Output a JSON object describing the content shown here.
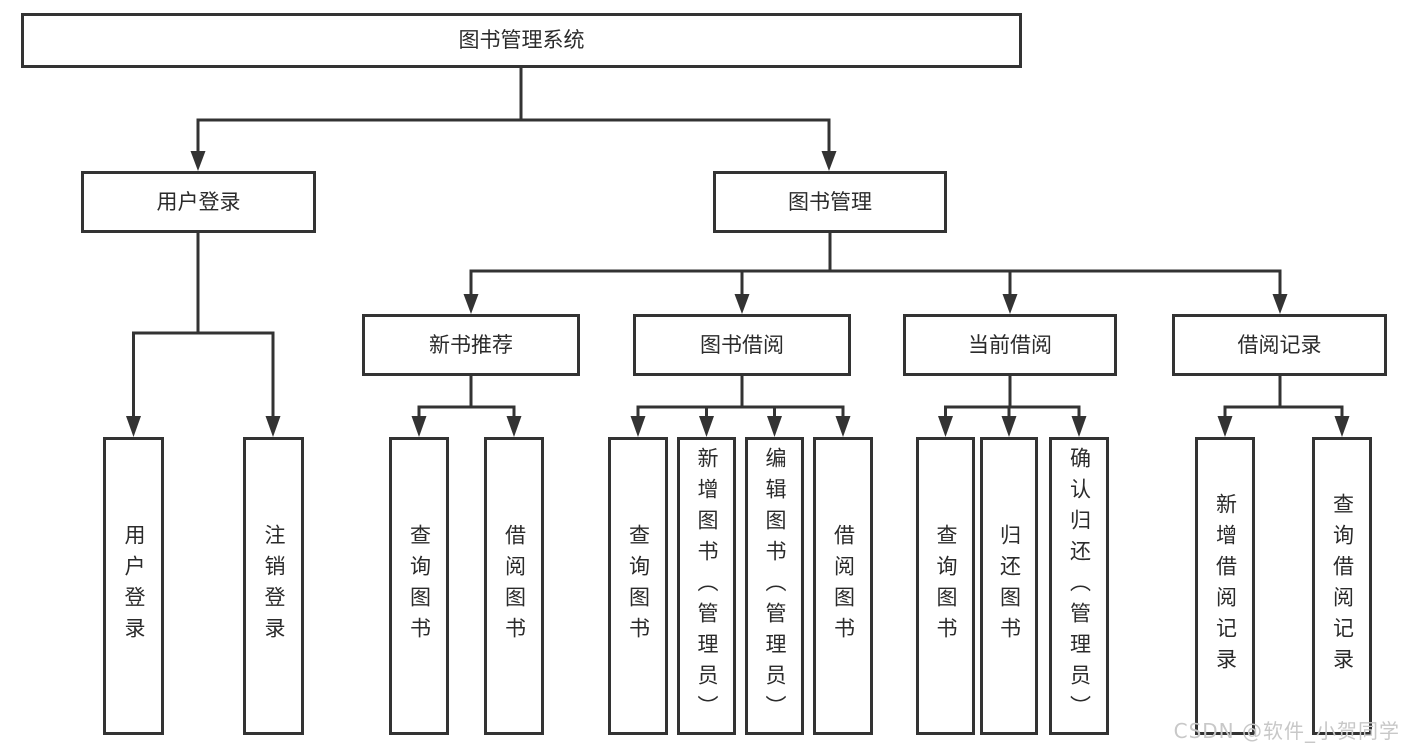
{
  "diagram": {
    "root_label": "图书管理系统",
    "branches": [
      {
        "label": "用户登录",
        "children": [
          {
            "label": "用户登录"
          },
          {
            "label": "注销登录"
          }
        ]
      },
      {
        "label": "图书管理",
        "children": [
          {
            "label": "新书推荐",
            "children": [
              {
                "label": "查询图书"
              },
              {
                "label": "借阅图书"
              }
            ]
          },
          {
            "label": "图书借阅",
            "children": [
              {
                "label": "查询图书"
              },
              {
                "label": "新增图书（管理员）"
              },
              {
                "label": "编辑图书（管理员）"
              },
              {
                "label": "借阅图书"
              }
            ]
          },
          {
            "label": "当前借阅",
            "children": [
              {
                "label": "查询图书"
              },
              {
                "label": "归还图书"
              },
              {
                "label": "确认归还（管理员）"
              }
            ]
          },
          {
            "label": "借阅记录",
            "children": [
              {
                "label": "新增借阅记录"
              },
              {
                "label": "查询借阅记录"
              }
            ]
          }
        ]
      }
    ]
  },
  "watermark": {
    "text": "CSDN @软件_小贺同学"
  },
  "colors": {
    "line": "#333333",
    "text": "#2b2b2b",
    "watermark": "#c8c8c8",
    "background": "#ffffff"
  }
}
